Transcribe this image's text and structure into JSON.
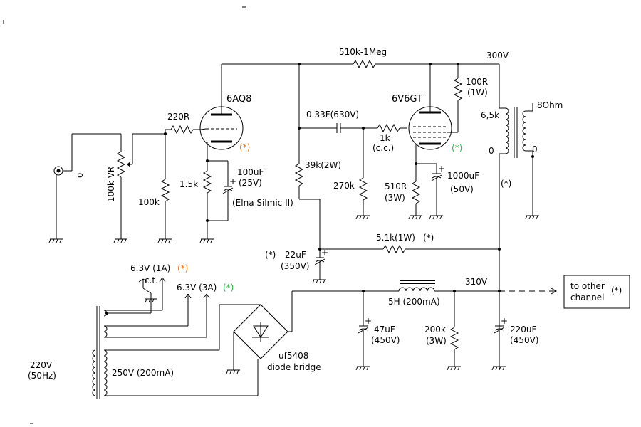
{
  "colors": {
    "orange": "#e07a1a",
    "green": "#2db84a",
    "wire": "#000000"
  },
  "labels": {
    "v300": "300V",
    "r_fb": "510k-1Meg",
    "tube1": "6AQ8",
    "tube2": "6V6GT",
    "r_100r": "100R",
    "r_100r_w": "(1W)",
    "ohm8": "8Ohm",
    "k65": "6,5k",
    "zero_l": "0",
    "zero_r": "0",
    "r220": "220R",
    "c033": "0.33F(630V)",
    "r1k": "1k",
    "cc": "(c.c.)",
    "vr": "100k VR",
    "in_sym": "σ",
    "r100k": "100k",
    "r15k": "1.5k",
    "c100u": "100uF",
    "c100u_v": "(25V)",
    "elna": "(Elna Silmic II)",
    "r39k": "39k(2W)",
    "r270k": "270k",
    "r510": "510R",
    "r510_w": "(3W)",
    "c1000u": "1000uF",
    "c1000u_v": "(50V)",
    "r51k": "5.1k(1W)",
    "c22u": "22uF",
    "c22u_v": "(350V)",
    "h63_1": "6.3V (1A)",
    "ct": "c.t.",
    "h63_2": "6.3V (3A)",
    "choke": "5H (200mA)",
    "v310": "310V",
    "other_ch_1": "to other",
    "other_ch_2": "channel",
    "c47u": "47uF",
    "c47u_v": "(450V)",
    "r200k": "200k",
    "r200k_w": "(3W)",
    "c220u": "220uF",
    "c220u_v": "(450V)",
    "mains": "220V",
    "mains_hz": "(50Hz)",
    "hv": "250V (200mA)",
    "bridge_1": "uf5408",
    "bridge_2": "diode bridge",
    "star": "(*)"
  }
}
